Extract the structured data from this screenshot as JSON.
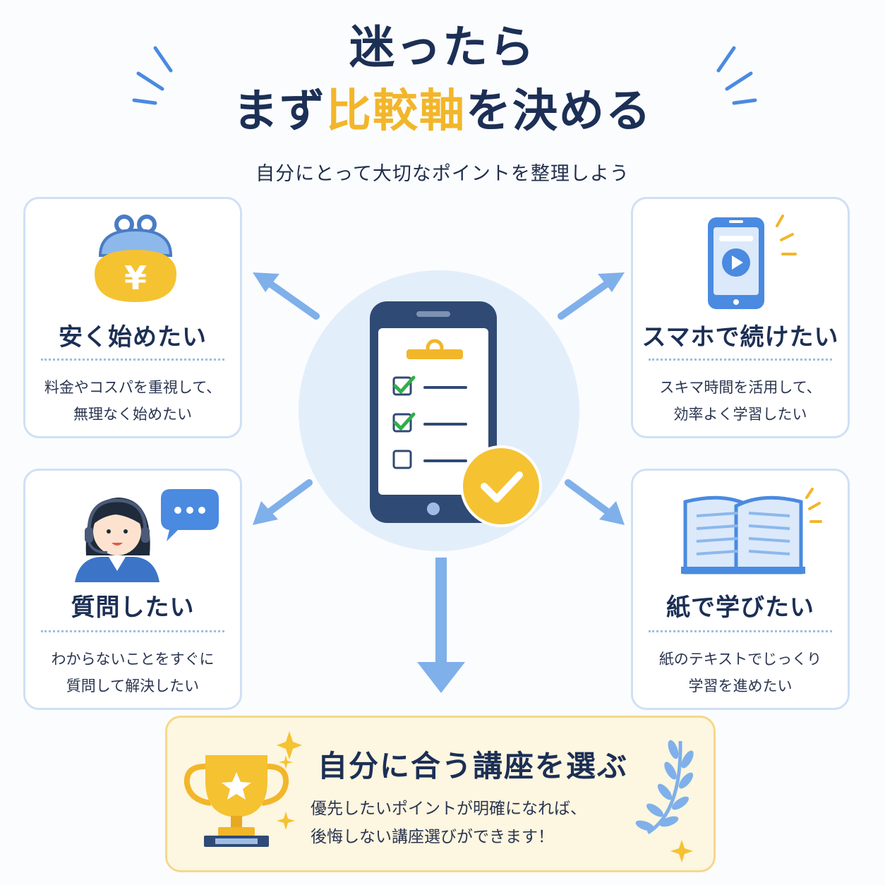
{
  "header": {
    "title_line1": "迷ったら",
    "title_line2_pre": "まず",
    "title_line2_highlight": "比較軸",
    "title_line2_post": "を決める",
    "subtitle": "自分にとって大切なポイントを整理しよう"
  },
  "cards": [
    {
      "id": "top-left",
      "icon": "yen-purse-icon",
      "label": "安く始めたい",
      "desc_line1": "料金やコスパを重視して、",
      "desc_line2": "無理なく始めたい",
      "icon_text": "¥"
    },
    {
      "id": "top-right",
      "icon": "smartphone-play-icon",
      "label": "スマホで続けたい",
      "desc_line1": "スキマ時間を活用して、",
      "desc_line2": "効率よく学習したい"
    },
    {
      "id": "bottom-left",
      "icon": "support-operator-icon",
      "label": "質問したい",
      "desc_line1": "わからないことをすぐに",
      "desc_line2": "質問して解決したい"
    },
    {
      "id": "bottom-right",
      "icon": "open-book-icon",
      "label": "紙で学びたい",
      "desc_line1": "紙のテキストでじっくり",
      "desc_line2": "学習を進めたい"
    }
  ],
  "center": {
    "icon": "checklist-phone-icon"
  },
  "result": {
    "icon": "trophy-icon",
    "title": "自分に合う講座を選ぶ",
    "desc_line1": "優先したいポイントが明確になれば、",
    "desc_line2": "後悔しない講座選びができます！"
  },
  "colors": {
    "navy": "#1c2f55",
    "accent_yellow": "#f2b62a",
    "arrow_blue": "#7fb0ea",
    "card_border": "#cfe0f6"
  }
}
